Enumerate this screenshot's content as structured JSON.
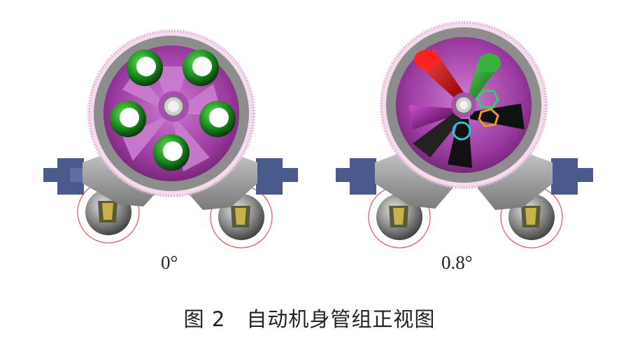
{
  "figure": {
    "views": [
      {
        "id": "view-0",
        "angle_label": "0°"
      },
      {
        "id": "view-0-8",
        "angle_label": "0.8°"
      }
    ],
    "caption": "图 2　自动机身管组正视图"
  }
}
